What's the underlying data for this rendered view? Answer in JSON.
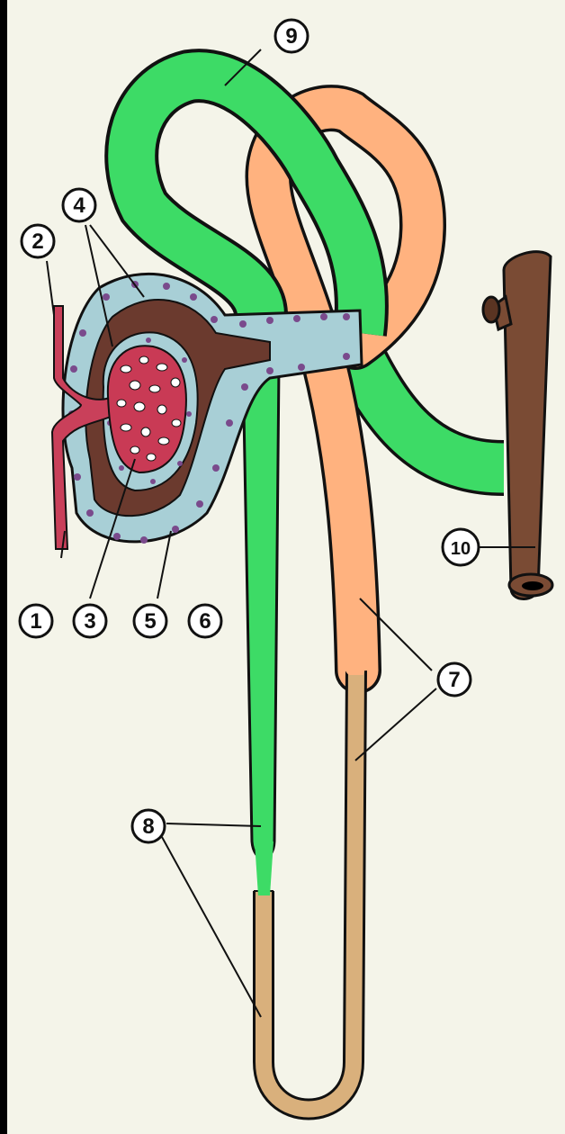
{
  "colors": {
    "background": "#f4f4e9",
    "frame": "#000000",
    "arteriole": "#c9405a",
    "glomerulus": "#c93a55",
    "capsule_epithelium": "#a8cfd6",
    "nucleus": "#7a4a8c",
    "capsular_space": "#6b3a2e",
    "proximal_tubule": "#3ddb66",
    "thick_limb": "#ffb27f",
    "thin_limb": "#d9b07c",
    "collecting_duct": "#7a4b34",
    "outline": "#111111"
  },
  "labels": [
    {
      "id": "1",
      "text": "1"
    },
    {
      "id": "2",
      "text": "2"
    },
    {
      "id": "3",
      "text": "3"
    },
    {
      "id": "4",
      "text": "4"
    },
    {
      "id": "5",
      "text": "5"
    },
    {
      "id": "6",
      "text": "6"
    },
    {
      "id": "7",
      "text": "7"
    },
    {
      "id": "8",
      "text": "8"
    },
    {
      "id": "9",
      "text": "9"
    },
    {
      "id": "10",
      "text": "10"
    }
  ]
}
